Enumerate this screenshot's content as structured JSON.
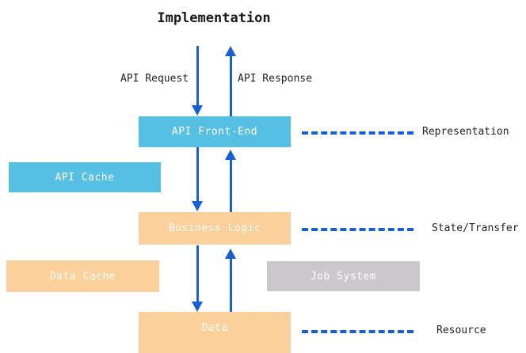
{
  "diagram": {
    "title": "Implementation",
    "type": "layered-architecture-flow",
    "colors": {
      "blue_box": "#55c0e4",
      "orange_box": "#fbd09a",
      "gray_box": "#ccc7cc",
      "arrow": "#1560d8",
      "text_dark": "#222222",
      "text_light": "#ffffff",
      "background": "#ffffff"
    },
    "nodes": [
      {
        "id": "api-frontend",
        "label": "API Front-End",
        "fill": "#55c0e4",
        "text_color": "#ffffff"
      },
      {
        "id": "api-cache",
        "label": "API Cache",
        "fill": "#55c0e4",
        "text_color": "#ffffff"
      },
      {
        "id": "business-logic",
        "label": "Business Logic",
        "fill": "#fbd09a",
        "text_color": "#ffffff"
      },
      {
        "id": "data-cache",
        "label": "Data Cache",
        "fill": "#fbd09a",
        "text_color": "#ffffff"
      },
      {
        "id": "job-system",
        "label": "Job System",
        "fill": "#ccc7cc",
        "text_color": "#ffffff"
      },
      {
        "id": "data",
        "label": "Data",
        "fill": "#fbd09a",
        "text_color": "#ffffff"
      }
    ],
    "flow_labels": [
      {
        "id": "api-request",
        "label": "API Request",
        "direction": "down"
      },
      {
        "id": "api-response",
        "label": "API Response",
        "direction": "up"
      }
    ],
    "layer_labels": [
      {
        "id": "representation",
        "label": "Representation",
        "connects_to": "api-frontend"
      },
      {
        "id": "state-transfer",
        "label": "State/Transfer",
        "connects_to": "business-logic"
      },
      {
        "id": "resource",
        "label": "Resource",
        "connects_to": "data"
      }
    ]
  }
}
